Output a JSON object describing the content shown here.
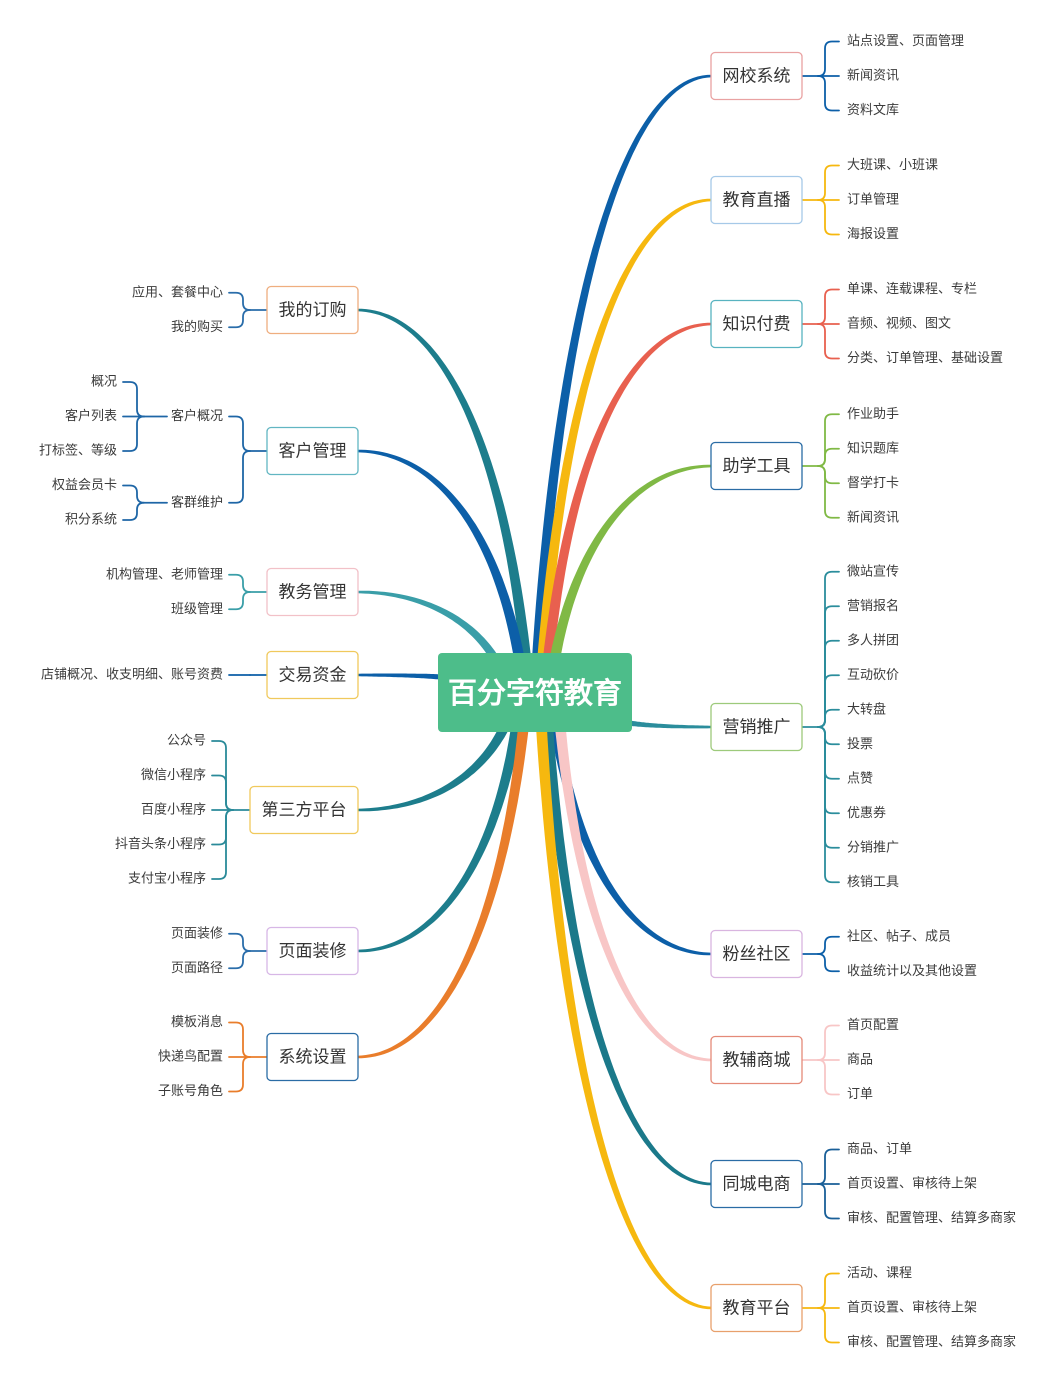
{
  "root": {
    "label": "百分字符教育",
    "fill_color": "#4dbd8a"
  },
  "right_branches": [
    {
      "label": "网校系统",
      "line_color": "#0c5fa8",
      "border_color": "#e9a2a2",
      "bracket_color": "#0c5fa8",
      "children": [
        "站点设置、页面管理",
        "新闻资讯",
        "资料文库"
      ]
    },
    {
      "label": "教育直播",
      "line_color": "#f6b80f",
      "border_color": "#a6c9e8",
      "bracket_color": "#f6b80f",
      "children": [
        "大班课、小班课",
        "订单管理",
        "海报设置"
      ]
    },
    {
      "label": "知识付费",
      "line_color": "#e8604f",
      "border_color": "#58b3c0",
      "bracket_color": "#e8604f",
      "children": [
        "单课、连载课程、专栏",
        "音频、视频、图文",
        "分类、订单管理、基础设置"
      ]
    },
    {
      "label": "助学工具",
      "line_color": "#80b945",
      "border_color": "#2a6ca5",
      "bracket_color": "#80b945",
      "children": [
        "作业助手",
        "知识题库",
        "督学打卡",
        "新闻资讯"
      ]
    },
    {
      "label": "营销推广",
      "line_color": "#2b8d9c",
      "border_color": "#9dca7b",
      "bracket_color": "#2b8d9c",
      "children": [
        "微站宣传",
        "营销报名",
        "多人拼团",
        "互动砍价",
        "大转盘",
        "投票",
        "点赞",
        "优惠券",
        "分销推广",
        "核销工具"
      ]
    },
    {
      "label": "粉丝社区",
      "line_color": "#0c5fa8",
      "border_color": "#d9b5e0",
      "bracket_color": "#0c5fa8",
      "children": [
        "社区、帖子、成员",
        "收益统计以及其他设置"
      ]
    },
    {
      "label": "教辅商城",
      "line_color": "#f8c6c6",
      "border_color": "#e48a78",
      "bracket_color": "#f8c6c6",
      "children": [
        "首页配置",
        "商品",
        "订单"
      ]
    },
    {
      "label": "同城电商",
      "line_color": "#1b798a",
      "border_color": "#2a6ca5",
      "bracket_color": "#195f98",
      "children": [
        "商品、订单",
        "首页设置、审核待上架",
        "审核、配置管理、结算多商家"
      ]
    },
    {
      "label": "教育平台",
      "line_color": "#f6b80f",
      "border_color": "#e8a06c",
      "bracket_color": "#f6b80f",
      "children": [
        "活动、课程",
        "首页设置、审核待上架",
        "审核、配置管理、结算多商家"
      ]
    }
  ],
  "left_branches": [
    {
      "label": "我的订购",
      "line_color": "#1d7d8c",
      "border_color": "#efae7f",
      "bracket_color": "#2a6daa",
      "children": [
        "应用、套餐中心",
        "我的购买"
      ]
    },
    {
      "label": "客户管理",
      "line_color": "#0c5fa8",
      "border_color": "#62b6c2",
      "bracket_color": "#1e66a6",
      "children": [
        {
          "label": "客户概况",
          "children": [
            "概况",
            "客户列表",
            "打标签、等级"
          ]
        },
        {
          "label": "客群维护",
          "children": [
            "权益会员卡",
            "积分系统"
          ]
        }
      ]
    },
    {
      "label": "教务管理",
      "line_color": "#3a9ea8",
      "border_color": "#f2c1c8",
      "bracket_color": "#3a9ea8",
      "children": [
        "机构管理、老师管理",
        "班级管理"
      ]
    },
    {
      "label": "交易资金",
      "line_color": "#0c5fa8",
      "border_color": "#f0c95c",
      "bracket_color": "#0c5fa8",
      "children": [
        "店铺概况、收支明细、账号资费"
      ]
    },
    {
      "label": "第三方平台",
      "line_color": "#1d7d8c",
      "border_color": "#f0c95c",
      "bracket_color": "#2a8a99",
      "children": [
        "公众号",
        "微信小程序",
        "百度小程序",
        "抖音头条小程序",
        "支付宝小程序"
      ]
    },
    {
      "label": "页面装修",
      "line_color": "#1d7d8c",
      "border_color": "#d7b7e6",
      "bracket_color": "#2a6daa",
      "children": [
        "页面装修",
        "页面路径"
      ]
    },
    {
      "label": "系统设置",
      "line_color": "#e97d2b",
      "border_color": "#2a6ca5",
      "bracket_color": "#e97d2b",
      "children": [
        "模板消息",
        "快递鸟配置",
        "子账号角色"
      ]
    }
  ]
}
